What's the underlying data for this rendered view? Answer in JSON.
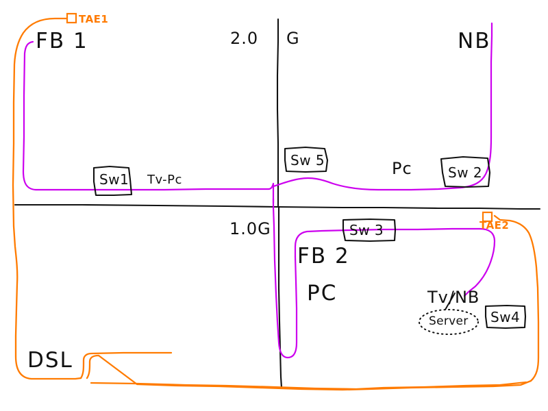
{
  "diagram": {
    "title": "Hand-drawn home network sketch",
    "colors": {
      "ink_black": "#111111",
      "link_purple": "#cc00ee",
      "link_orange": "#ff7b00",
      "background": "#ffffff"
    },
    "floor_divider_label_upper": "2.0 G",
    "floor_divider_label_lower": "1.0G"
  },
  "labels": {
    "tae1": "TAE1",
    "tae2": "TAE2",
    "fb1": "FB 1",
    "fb2": "FB 2",
    "speed_top": "2.0",
    "speed_top_unit": "G",
    "speed_bottom": "1.0G",
    "nb_top": "NB",
    "tv_pc": "Tv-Pc",
    "pc_top": "Pc",
    "pc_bottom": "PC",
    "tv_nb": "Tv/NB",
    "server": "Server",
    "dsl": "DSL"
  },
  "switches": [
    {
      "id": "sw1",
      "label": "Sw1"
    },
    {
      "id": "sw2",
      "label": "Sw 2"
    },
    {
      "id": "sw3",
      "label": "Sw 3"
    },
    {
      "id": "sw4",
      "label": "Sw4"
    },
    {
      "id": "sw5",
      "label": "Sw 5"
    }
  ]
}
